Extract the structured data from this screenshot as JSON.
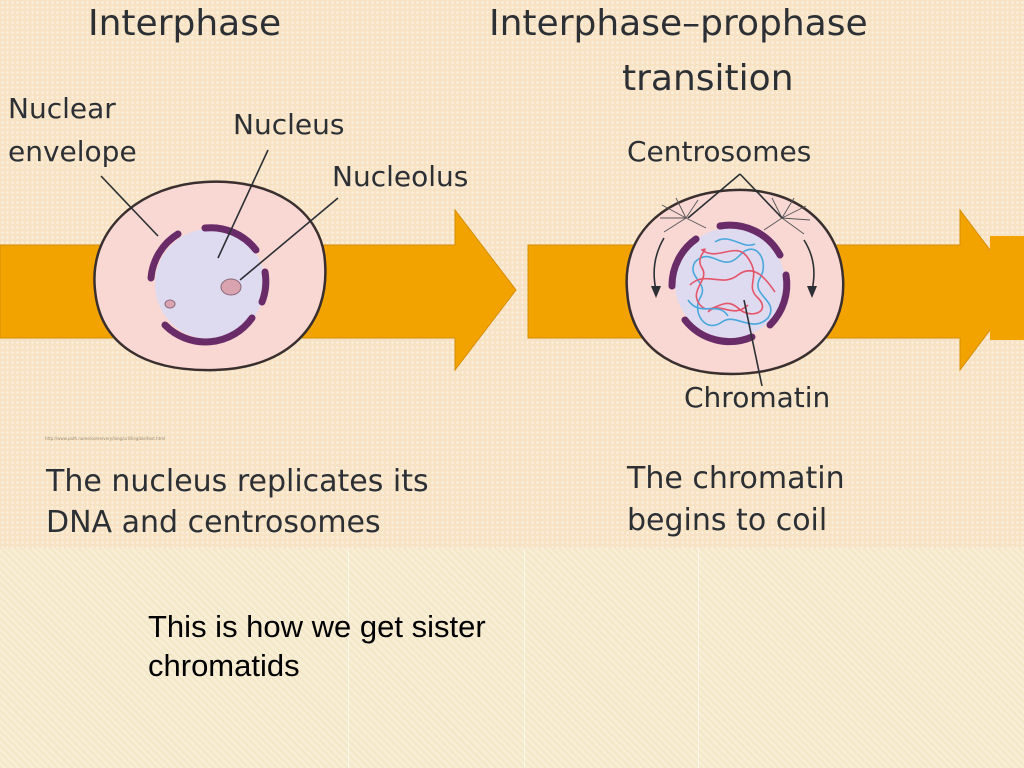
{
  "figure": {
    "stage_left": {
      "heading": "Interphase",
      "caption_line1": "The nucleus replicates its",
      "caption_line2": "DNA and centrosomes"
    },
    "stage_right": {
      "heading_line1": "Interphase–prophase",
      "heading_line2": "transition",
      "caption_line1": "The chromatin",
      "caption_line2": "begins to coil"
    },
    "labels": {
      "nuclear_envelope_line1": "Nuclear",
      "nuclear_envelope_line2": "envelope",
      "nucleus": "Nucleus",
      "nucleolus": "Nucleolus",
      "centrosomes": "Centrosomes",
      "chromatin": "Chromatin"
    },
    "tiny_text": "http://www.path.name/some/very/long/url/illegible/text.html"
  },
  "note": {
    "line1": "This is how we get sister",
    "line2": "chromatids"
  },
  "colors": {
    "arrow": "#f2a300",
    "cell_fill": "#f9d8d3",
    "cell_outline": "#3a2f2f",
    "envelope": "#6a2c68",
    "nucleus_fill": "#dedaf0",
    "chromatin_red": "#e5556a",
    "chromatin_blue": "#4aa8dc"
  }
}
